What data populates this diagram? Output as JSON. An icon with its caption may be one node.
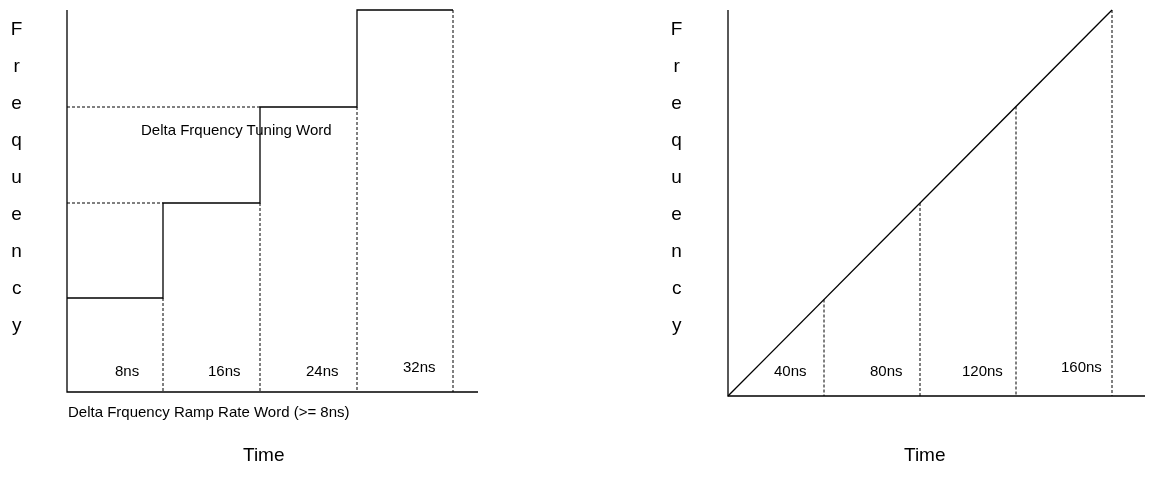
{
  "diagram": {
    "labels": [
      "Frequency",
      "Frequency",
      "Delta Frquency Tuning Word",
      "8ns",
      "16ns",
      "24ns",
      "32ns",
      "40ns",
      "80ns",
      "120ns",
      "160ns",
      "Delta Frquency Ramp Rate Word (>= 8ns)",
      "Time",
      "Time"
    ]
  }
}
